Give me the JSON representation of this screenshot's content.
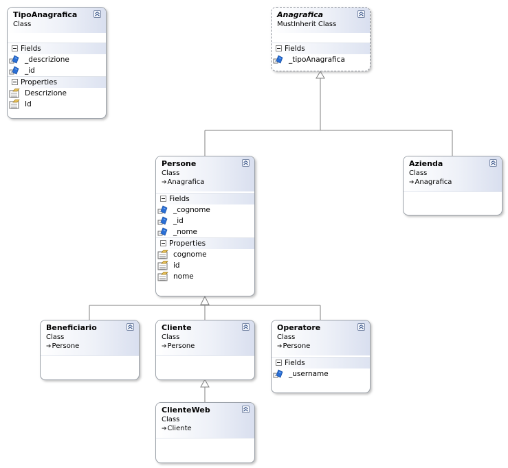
{
  "classes": {
    "tipoanagrafica": {
      "name": "TipoAnagrafica",
      "stereotype": "Class",
      "fields_label": "Fields",
      "fields": [
        "_descrizione",
        "_id"
      ],
      "properties_label": "Properties",
      "properties": [
        "Descrizione",
        "Id"
      ]
    },
    "anagrafica": {
      "name": "Anagrafica",
      "stereotype": "MustInherit Class",
      "fields_label": "Fields",
      "fields": [
        "_tipoAnagrafica"
      ]
    },
    "persone": {
      "name": "Persone",
      "stereotype": "Class",
      "inherits": "Anagrafica",
      "fields_label": "Fields",
      "fields": [
        "_cognome",
        "_id",
        "_nome"
      ],
      "properties_label": "Properties",
      "properties": [
        "cognome",
        "id",
        "nome"
      ]
    },
    "azienda": {
      "name": "Azienda",
      "stereotype": "Class",
      "inherits": "Anagrafica"
    },
    "beneficiario": {
      "name": "Beneficiario",
      "stereotype": "Class",
      "inherits": "Persone"
    },
    "cliente": {
      "name": "Cliente",
      "stereotype": "Class",
      "inherits": "Persone"
    },
    "operatore": {
      "name": "Operatore",
      "stereotype": "Class",
      "inherits": "Persone",
      "fields_label": "Fields",
      "fields": [
        "_username"
      ]
    },
    "clienteweb": {
      "name": "ClienteWeb",
      "stereotype": "Class",
      "inherits": "Cliente"
    }
  },
  "icons": {
    "collapse": "double-chevron-up-icon",
    "section_toggle": "minus-box-icon",
    "field": "field-icon",
    "property": "property-icon",
    "inherit_arrow": "arrow-right-icon"
  },
  "colors": {
    "box_border": "#9aa0a8",
    "header_gradient_end": "#d9dfef",
    "connector": "#7f7f7f",
    "field_icon": "#2a6fd6"
  }
}
